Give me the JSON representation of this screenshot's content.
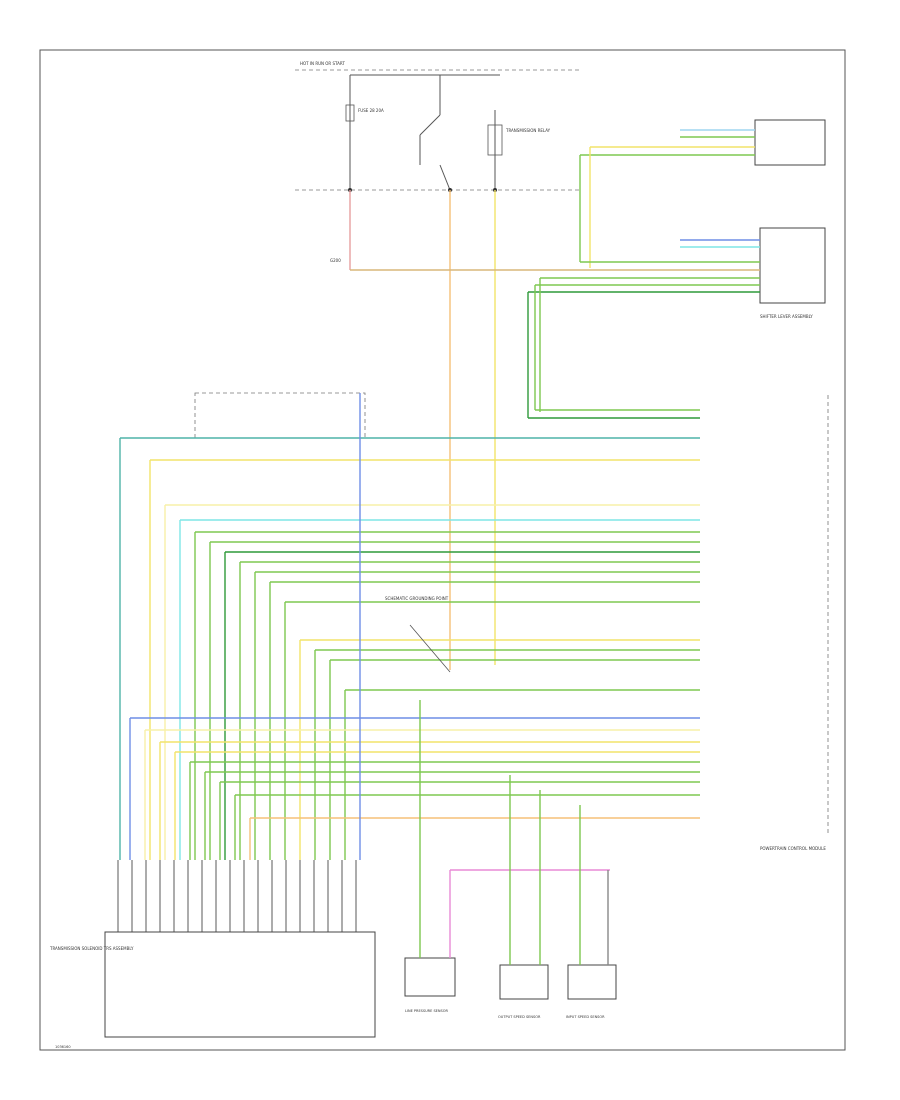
{
  "colors": {
    "green": "#7ec850",
    "dark_green": "#2f9a3a",
    "yellow": "#f2e46a",
    "light_yellow": "#f7f0a8",
    "orange": "#f5c078",
    "tan": "#d9b77a",
    "blue": "#6f8ee6",
    "light_blue": "#9fd6f0",
    "cyan": "#7fe6e6",
    "teal": "#4fb3a8",
    "pink": "#e88ad6",
    "grey": "#888888",
    "black": "#222222"
  },
  "labels": {
    "page_number": "1036160",
    "mid_label": "SCHEMATIC GROUNDING POINT",
    "pcm_caption": "POWERTRAIN CONTROL MODULE",
    "tcm_bundle": "TRANSMISSION SOLENOID TRS ASSEMBLY",
    "input_speed_sensor": "INPUT SPEED SENSOR",
    "output_speed_sensor": "OUTPUT SPEED SENSOR",
    "line_pressure_sensor": "LINE PRESSURE SENSOR",
    "shifter_assembly": "SHIFTER LEVER ASSEMBLY",
    "hot_in_run": "HOT IN RUN OR START",
    "fuse_block": "FUSE 28 20A",
    "relay": "TRANSMISSION RELAY",
    "ground": "G200"
  }
}
